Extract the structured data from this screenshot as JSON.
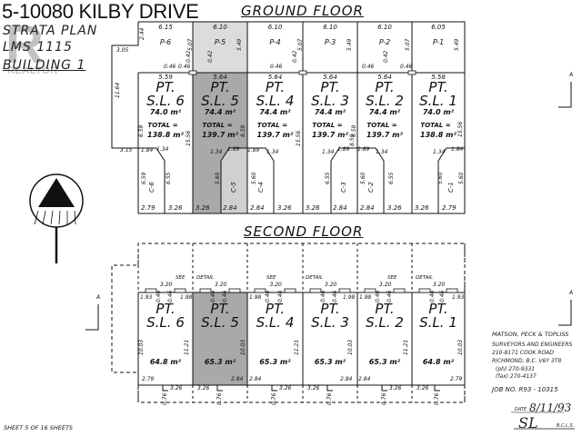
{
  "header": {
    "address": "5-10080 KILBY DRIVE",
    "plan_type": "STRATA PLAN",
    "plan_number": "LMS 1115",
    "building": "BUILDING 1",
    "watermark": "REALTOR"
  },
  "ground_floor": {
    "title": "GROUND FLOOR",
    "units": [
      {
        "parking": "P-6",
        "parking_width": "6.15",
        "width": "5.59",
        "pt": "PT.",
        "lot": "S.L. 6",
        "area": "74.0 m²",
        "total_label": "TOTAL =",
        "total": "138.8 m²",
        "garage": "C-6",
        "bottom_left": "2.79",
        "bottom_right": "3.26"
      },
      {
        "parking": "P-5",
        "parking_width": "6.10",
        "width": "5.64",
        "pt": "PT.",
        "lot": "S.L. 5",
        "area": "74.4 m²",
        "total_label": "TOTAL =",
        "total": "139.7 m²",
        "garage": "C-5",
        "bottom_left": "3.26",
        "bottom_right": "2.84"
      },
      {
        "parking": "P-4",
        "parking_width": "6.10",
        "width": "5.64",
        "pt": "PT.",
        "lot": "S.L. 4",
        "area": "74.4 m²",
        "total_label": "TOTAL =",
        "total": "139.7 m²",
        "garage": "C-4",
        "bottom_left": "2.84",
        "bottom_right": "3.26"
      },
      {
        "parking": "P-3",
        "parking_width": "6.10",
        "width": "5.64",
        "pt": "PT.",
        "lot": "S.L. 3",
        "area": "74.4 m²",
        "total_label": "TOTAL =",
        "total": "139.7 m²",
        "garage": "C-3",
        "bottom_left": "3.26",
        "bottom_right": "2.84"
      },
      {
        "parking": "P-2",
        "parking_width": "6.10",
        "width": "5.64",
        "pt": "PT.",
        "lot": "S.L. 2",
        "area": "74.4 m²",
        "total_label": "TOTAL =",
        "total": "139.7 m²",
        "garage": "C-2",
        "bottom_left": "2.84",
        "bottom_right": "3.26"
      },
      {
        "parking": "P-1",
        "parking_width": "6.05",
        "width": "5.58",
        "pt": "PT.",
        "lot": "S.L. 1",
        "area": "74.0 m²",
        "total_label": "TOTAL =",
        "total": "138.8 m²",
        "garage": "C-1",
        "bottom_left": "3.26",
        "bottom_right": "2.79"
      }
    ],
    "dims": [
      "2.44",
      "3.05",
      "5.07",
      "5.49",
      "5.07",
      "5.49",
      "5.07",
      "5.49",
      "0.46",
      "0.46",
      "0.42",
      "0.42",
      "0.46",
      "0.42",
      "0.46",
      "0.42",
      "0.46",
      "11.64",
      "3.15",
      "1.84",
      "1.34",
      "1.89",
      "1.34",
      "1.89",
      "1.34",
      "1.34",
      "1.89",
      "1.89",
      "1.34",
      "1.34",
      "1.84",
      "6.59",
      "8.59",
      "15.56",
      "8.59",
      "15.56",
      "8.59",
      "15.56",
      "6.59",
      "6.55",
      "5.60",
      "5.60",
      "6.55",
      "5.60",
      "6.55",
      "5.60",
      "5.60",
      "6.55"
    ]
  },
  "second_floor": {
    "title": "SECOND FLOOR",
    "see_detail": [
      "SEE",
      "DETAIL",
      "SEE",
      "DETAIL",
      "SEE",
      "DETAIL"
    ],
    "units": [
      {
        "pt": "PT.",
        "lot": "S.L. 6",
        "area": "64.8 m²"
      },
      {
        "pt": "PT.",
        "lot": "S.L. 5",
        "area": "65.3 m²"
      },
      {
        "pt": "PT.",
        "lot": "S.L. 4",
        "area": "65.3 m²"
      },
      {
        "pt": "PT.",
        "lot": "S.L. 3",
        "area": "65.3 m²"
      },
      {
        "pt": "PT.",
        "lot": "S.L. 2",
        "area": "65.3 m²"
      },
      {
        "pt": "PT.",
        "lot": "S.L. 1",
        "area": "64.8 m²"
      }
    ],
    "dims": [
      "3.20",
      "3.20",
      "3.20",
      "3.20",
      "3.20",
      "3.20",
      "1.93",
      "1.98",
      "1.98",
      "1.98",
      "1.98",
      "1.93",
      "0.46",
      "0.46",
      "0.46",
      "0.46",
      "0.46",
      "0.46",
      "0.46",
      "0.46",
      "0.46",
      "0.46",
      "0.46",
      "0.46",
      "10.03",
      "11.21",
      "10.03",
      "11.21",
      "10.03",
      "11.21",
      "10.03",
      "2.79",
      "2.84",
      "2.84",
      "2.84",
      "2.84",
      "2.79",
      "3.26",
      "3.26",
      "3.26",
      "3.26",
      "3.26",
      "3.26",
      "0.76",
      "0.76",
      "0.76",
      "0.76",
      "0.76",
      "0.76"
    ]
  },
  "section_marker": "A",
  "surveyor": {
    "firm": "MATSON, PECK & TOPLISS",
    "line1": "SURVEYORS AND ENGINEERS",
    "line2": "210-8171 COOK ROAD",
    "line3": "RICHMOND, B.C.   V6Y 3T8",
    "phone": "(ph)   270-9331",
    "fax": "(fax)  270-4137",
    "job": "JOB NO.   R93 - 10315",
    "date_label": "DATE",
    "date": "8/11/93",
    "signature": "SL",
    "credential": "B.C.L.S."
  },
  "sheet": "SHEET  5  OF  16  SHEETS",
  "colors": {
    "ink": "#111111",
    "shade_unit": "#a9a9a9",
    "shade_parking": "#dcdcdc",
    "shade_garage": "#d0d0d0"
  }
}
